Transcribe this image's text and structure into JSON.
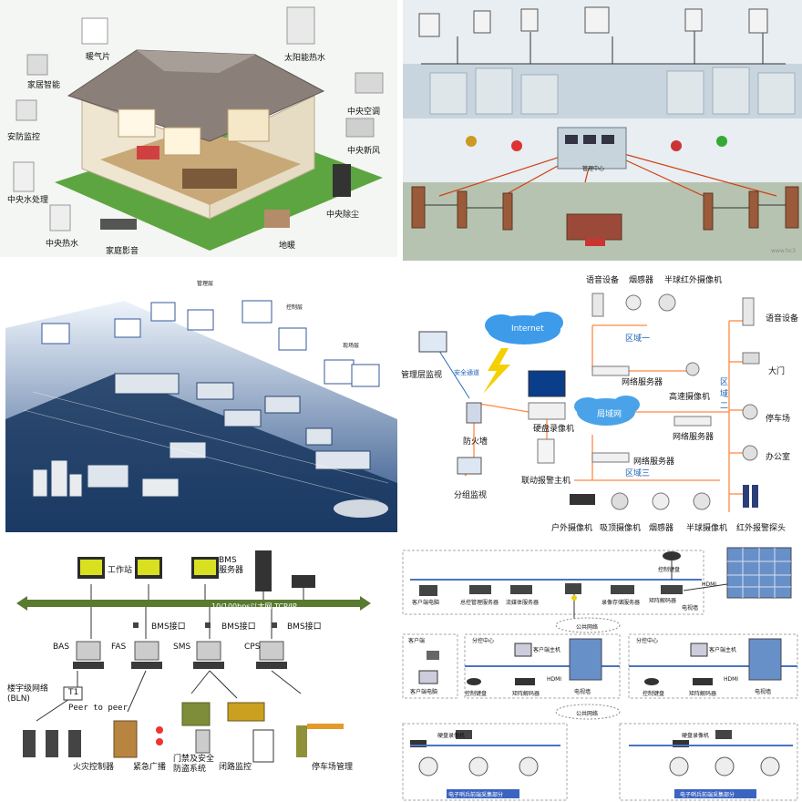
{
  "home_panel": {
    "labels": [
      "暖气片",
      "太阳能热水",
      "家居智能",
      "安防监控",
      "中央空调",
      "中央新风",
      "中央水处理",
      "中央除尘",
      "中央热水",
      "家庭影音",
      "地暖"
    ]
  },
  "community_panel": {
    "center_label": "管理中心",
    "watermark": "www.hc3"
  },
  "industrial_panel": {
    "labels": [
      "管理层",
      "控制层",
      "现场层"
    ]
  },
  "cctv_panel": {
    "top_devices": [
      "语音设备",
      "烟感器",
      "半球红外摄像机"
    ],
    "internet": "Internet",
    "lan": "局域网",
    "zone1": "区域一",
    "zone2": "区域二",
    "zone3": "区域三",
    "mgmt": "管理层监视",
    "safe_channel": "安全通道",
    "firewall": "防火墙",
    "group_monitor": "分组监视",
    "dvr": "硬盘录像机",
    "alarm_host": "联动报警主机",
    "net_server": "网络服务器",
    "hs_camera": "高速摄像机",
    "right_devices": [
      "语音设备",
      "大门",
      "停车场",
      "办公室"
    ],
    "bottom_devices": [
      "户外摄像机",
      "吸顶摄像机",
      "烟感器",
      "半球摄像机",
      "红外报警探头"
    ]
  },
  "bms_panel": {
    "workstation": "工作站",
    "bms_server": "BMS\n服务器",
    "ethernet": "10/100bps以太网 TCP/IP",
    "bms_port": "BMS接口",
    "subsystems": [
      "BAS",
      "FAS",
      "SMS",
      "CPS"
    ],
    "bln": "楼宇级网络\n(BLN)",
    "t1": "T1",
    "p2p": "Peer to peer",
    "bottom": [
      "火灾控制器",
      "紧急广播",
      "门禁及安全\n防盗系统",
      "闭路监控",
      "停车场管理"
    ]
  },
  "video_panel": {
    "control_keyboard": "控制键盘",
    "hdmi": "HDMI",
    "servers": [
      "客户端电脑",
      "总控管理服务器",
      "流媒体服务器",
      "录像存储服务器",
      "矩阵解码器",
      "电视墙"
    ],
    "public_net": "公共网络",
    "client": "客户端",
    "branch": "分控中心",
    "client_pc": "客户端电脑",
    "client_host": "客户端主机",
    "ctrl_kbd": "控制键盘",
    "matrix": "矩阵解码器",
    "tv_wall": "电视墙",
    "dvr": "硬盘录像机",
    "front_end": "电子哨兵前端采集部分"
  },
  "colors": {
    "lan_cloud": "#4aa3e8",
    "zone_line": "#ff7f50",
    "link_line": "#ffa040",
    "bus": "#5a7a30"
  }
}
